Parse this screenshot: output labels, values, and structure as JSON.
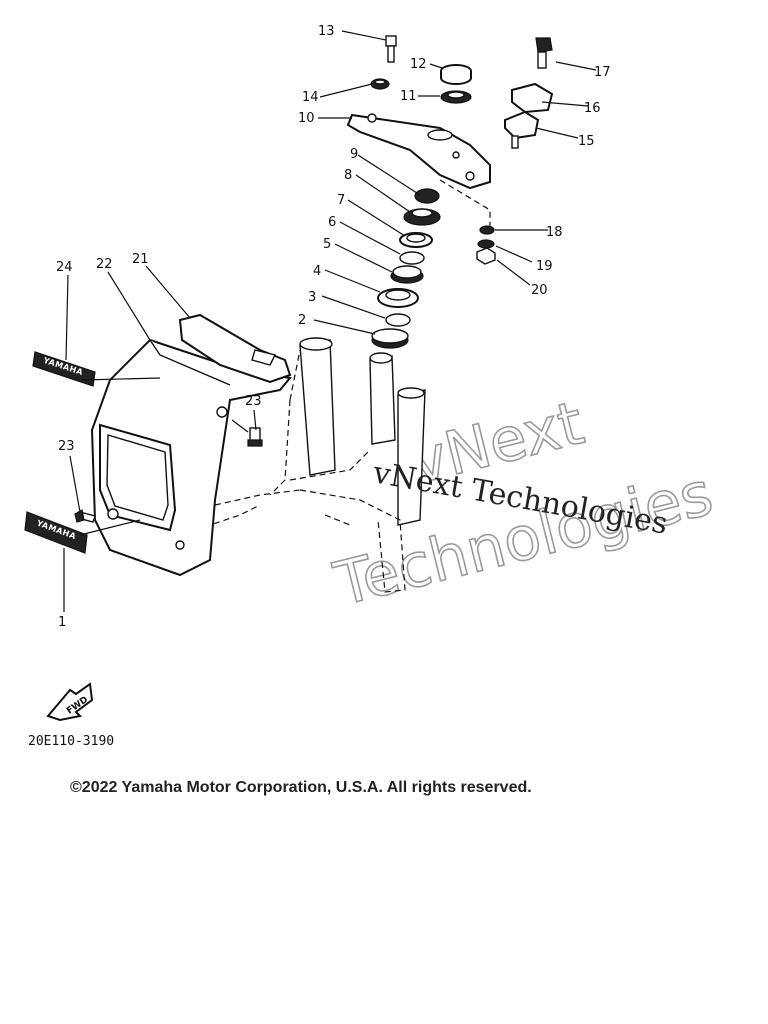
{
  "callouts": [
    {
      "n": "1"
    },
    {
      "n": "2"
    },
    {
      "n": "3"
    },
    {
      "n": "4"
    },
    {
      "n": "5"
    },
    {
      "n": "6"
    },
    {
      "n": "7"
    },
    {
      "n": "8"
    },
    {
      "n": "9"
    },
    {
      "n": "10"
    },
    {
      "n": "11"
    },
    {
      "n": "12"
    },
    {
      "n": "13"
    },
    {
      "n": "14"
    },
    {
      "n": "15"
    },
    {
      "n": "16"
    },
    {
      "n": "17"
    },
    {
      "n": "18"
    },
    {
      "n": "19"
    },
    {
      "n": "20"
    },
    {
      "n": "21"
    },
    {
      "n": "22"
    },
    {
      "n": "23"
    },
    {
      "n": "23"
    },
    {
      "n": "24"
    }
  ],
  "watermark": {
    "outline_line1": "vNext",
    "outline_line2": "Technologies",
    "serif_line": "vNext Technologies"
  },
  "emblem": {
    "badge_text": "YAMAHA",
    "fwd_label": "FWD"
  },
  "diagram_code": "20E110-3190",
  "copyright": "©2022 Yamaha Motor Corporation, U.S.A. All rights reserved."
}
